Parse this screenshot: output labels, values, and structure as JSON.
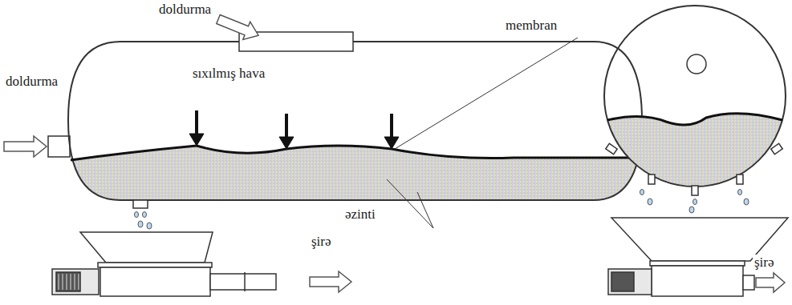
{
  "diagram": {
    "labels": [
      "doldurma",
      "membran",
      "doldurma",
      "sıxılmış hava",
      "əzinti",
      "şirə",
      "şirə"
    ]
  }
}
